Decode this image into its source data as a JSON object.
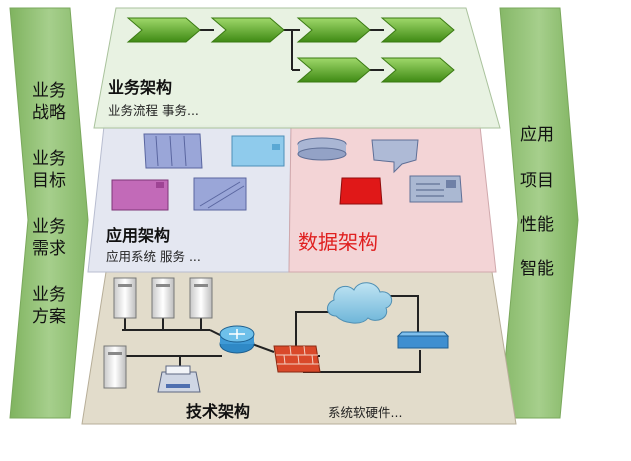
{
  "left_banner": {
    "items": [
      {
        "line1": "业务",
        "line2": "战略"
      },
      {
        "line1": "业务",
        "line2": "目标"
      },
      {
        "line1": "业务",
        "line2": "需求"
      },
      {
        "line1": "业务",
        "line2": "方案"
      }
    ]
  },
  "right_banner": {
    "items": [
      "应用",
      "项目",
      "性能",
      "智能"
    ]
  },
  "layers": {
    "business": {
      "title": "业务架构",
      "subtitle": "业务流程   事务..."
    },
    "application": {
      "title": "应用架构",
      "subtitle": "应用系统   服务 ..."
    },
    "data": {
      "title": "数据架构"
    },
    "technology": {
      "title": "技术架构",
      "subtitle": "系统软硬件..."
    }
  },
  "colors": {
    "banner_green": "#8cbd6e",
    "business_layer": "#e6f1e0",
    "application_layer": "#e4e7f1",
    "data_layer": "#f3d4d6",
    "technology_layer": "#e2dccb",
    "process_arrow": "#4f9e1f",
    "data_title": "#e02020"
  }
}
